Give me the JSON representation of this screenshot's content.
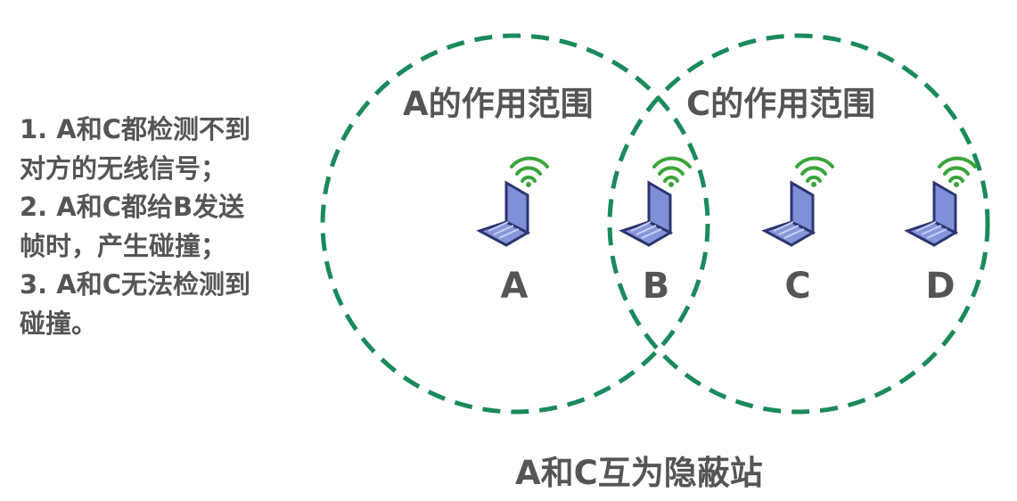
{
  "notes": [
    "1. A和C都检测不到",
    "对方的无线信号；",
    "2. A和C都给B发送",
    "帧时，产生碰撞；",
    "3. A和C无法检测到",
    "碰撞。"
  ],
  "ranges": {
    "a": "A的作用范围",
    "c": "C的作用范围"
  },
  "stations": [
    {
      "label": "A",
      "icon": "wifi-laptop-icon"
    },
    {
      "label": "B",
      "icon": "wifi-laptop-icon"
    },
    {
      "label": "C",
      "icon": "wifi-laptop-icon"
    },
    {
      "label": "D",
      "icon": "wifi-laptop-icon"
    }
  ],
  "caption": "A和C互为隐蔽站",
  "colors": {
    "range_circle": "#1a8a5a",
    "wifi": "#3aa53a",
    "laptop": "#7f8fd8",
    "text": "#555555"
  }
}
